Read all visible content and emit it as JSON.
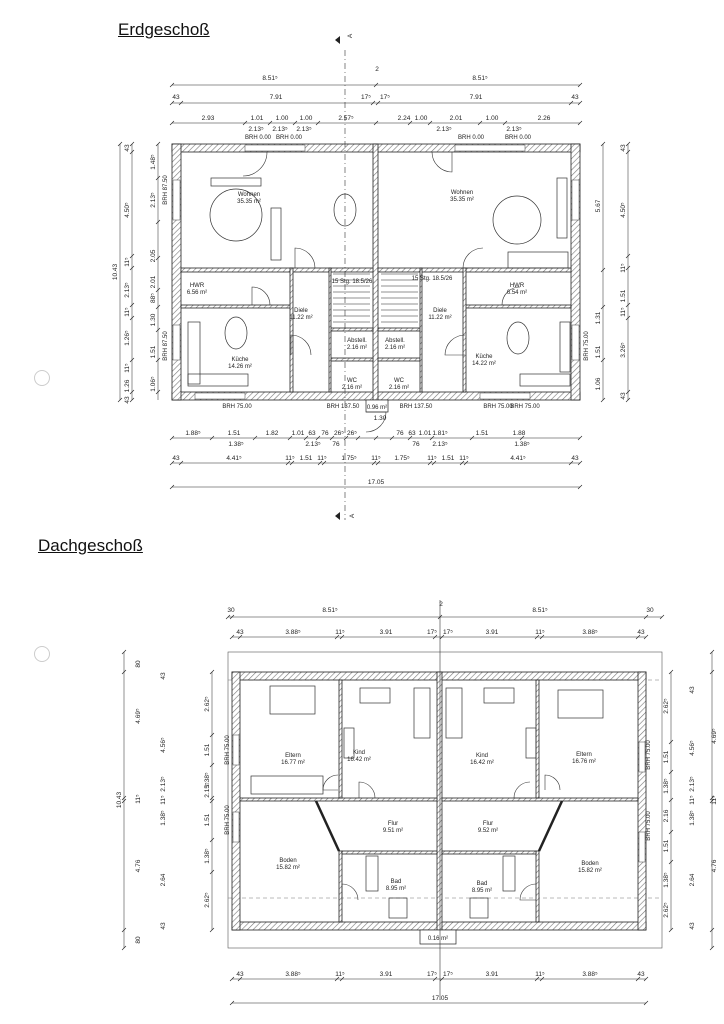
{
  "titles": {
    "ground": "Erdgeschoß",
    "attic": "Dachgeschoß"
  },
  "section_marker": "A",
  "axis_marker": "2",
  "ground": {
    "rooms": [
      {
        "name": "Wohnen",
        "area": "35.35 m²"
      },
      {
        "name": "Wohnen",
        "area": "35.35 m²"
      },
      {
        "name": "HWR",
        "area": "6.56 m²"
      },
      {
        "name": "HWR",
        "area": "6.54 m²"
      },
      {
        "name": "Diele",
        "area": "11.22 m²"
      },
      {
        "name": "Diele",
        "area": "11.22 m²"
      },
      {
        "name": "Abstell.",
        "area": "2.16 m²"
      },
      {
        "name": "Abstell.",
        "area": "2.16 m²"
      },
      {
        "name": "WC",
        "area": "2.16 m²"
      },
      {
        "name": "WC",
        "area": "2.16 m²"
      },
      {
        "name": "Küche",
        "area": "14.26 m²"
      },
      {
        "name": "Küche",
        "area": "14.22 m²"
      }
    ],
    "stairs": [
      "15 Stg. 18.5/26",
      "15 Stg. 18.5/26"
    ],
    "brh": [
      "BRH 0.00",
      "BRH 0.00",
      "BRH 0.00",
      "BRH 0.00",
      "BRH 75.00",
      "BRH 87.50",
      "BRH 87.50",
      "BRH 75.00",
      "BRH 137.50",
      "BRH 137.50",
      "BRH 75.00",
      "BRH 75.00"
    ],
    "entrance_area": "0.96 m²",
    "entrance_width": "1.30",
    "top_row1": [
      "8.51⁵",
      "8.51⁵"
    ],
    "top_row2": [
      "43",
      "7.91",
      "17⁵",
      "17⁵",
      "7.91",
      "43"
    ],
    "top_row3": [
      "2.93",
      "1.01",
      "1.00",
      "1.00",
      "2.57⁵",
      "2.24",
      "1.00",
      "2.01",
      "1.00",
      "2.26"
    ],
    "top_row4": [
      "2.13⁵",
      "2.13⁵",
      "2.13⁵",
      "2.13⁵",
      "2.13⁵"
    ],
    "bottom_row1": [
      "1.88⁵",
      "1.51",
      "1.82",
      "1.01",
      "63",
      "76",
      "26⁵",
      "26⁵",
      "76",
      "63",
      "1.01",
      "1.81⁵",
      "1.51",
      "1.88"
    ],
    "bottom_row2": [
      "1.38⁵",
      "2.13⁵",
      "76",
      "76",
      "2.13⁵",
      "1.38⁵"
    ],
    "bottom_row3": [
      "43",
      "4.41⁵",
      "11⁵",
      "1.51",
      "11⁵",
      "1.75⁵",
      "11⁵",
      "1.75⁵",
      "11⁵",
      "1.51",
      "11⁵",
      "4.41⁵",
      "43"
    ],
    "total": "17.05",
    "left_total": "10.43",
    "left_col1": [
      "43",
      "4.50⁵",
      "11⁵",
      "2.13⁵",
      "11⁵",
      "1.26⁵",
      "11⁵",
      "1.26",
      "43"
    ],
    "left_col2": [
      "1.48⁵",
      "2.13⁵",
      "2.05",
      "2.01",
      "88⁵",
      "1.30",
      "1.51",
      "1.06⁵"
    ],
    "right_col1": [
      "5.67",
      "1.31",
      "1.51",
      "1.06"
    ],
    "right_col2": [
      "43",
      "4.50⁵",
      "11⁵",
      "1.51",
      "11⁵",
      "3.26⁵",
      "43"
    ]
  },
  "attic": {
    "rooms": [
      {
        "name": "Eltern",
        "area": "16.77 m²"
      },
      {
        "name": "Kind",
        "area": "16.42 m²"
      },
      {
        "name": "Kind",
        "area": "16.42 m²"
      },
      {
        "name": "Eltern",
        "area": "16.76 m²"
      },
      {
        "name": "Flur",
        "area": "9.51 m²"
      },
      {
        "name": "Flur",
        "area": "9.52 m²"
      },
      {
        "name": "Boden",
        "area": "15.82 m²"
      },
      {
        "name": "Boden",
        "area": "15.82 m²"
      },
      {
        "name": "Bad",
        "area": "8.95 m²"
      },
      {
        "name": "Bad",
        "area": "8.95 m²"
      }
    ],
    "brh": [
      "BRH 75.00",
      "BRH 75.00",
      "BRH 75.00",
      "BRH 75.00"
    ],
    "entrance_area": "0.16 m²",
    "top_row1": [
      "30",
      "8.51⁵",
      "8.51⁵",
      "30"
    ],
    "top_row2": [
      "43",
      "3.88⁵",
      "11⁵",
      "3.91",
      "17⁵",
      "17⁵",
      "3.91",
      "11⁵",
      "3.88⁵",
      "43"
    ],
    "bottom_row1": [
      "43",
      "3.88⁵",
      "11⁵",
      "3.91",
      "17⁵",
      "17⁵",
      "3.91",
      "11⁵",
      "3.88⁵",
      "43"
    ],
    "total": "17.05",
    "left_total": "10.43",
    "left_col1": [
      "80",
      "4.69⁵",
      "11⁵",
      "4.76",
      "80"
    ],
    "left_col2": [
      "43",
      "4.56⁵",
      "2.13⁵",
      "11⁵",
      "1.38⁵",
      "2.64",
      "43"
    ],
    "left_col3": [
      "2.62⁵",
      "1.51",
      "1.38⁵",
      "2.15⁵",
      "1.51",
      "1.38⁵",
      "2.62⁵"
    ],
    "right_col1": [
      "2.62⁵",
      "1.51",
      "1.38⁵",
      "2.16",
      "1.51",
      "1.38⁵",
      "2.62⁵"
    ],
    "right_col2": [
      "43",
      "4.56⁵",
      "2.13⁵",
      "11⁵",
      "1.38⁵",
      "2.64",
      "43"
    ],
    "right_col3": [
      "4.69⁵",
      "11⁵",
      "4.76"
    ]
  }
}
